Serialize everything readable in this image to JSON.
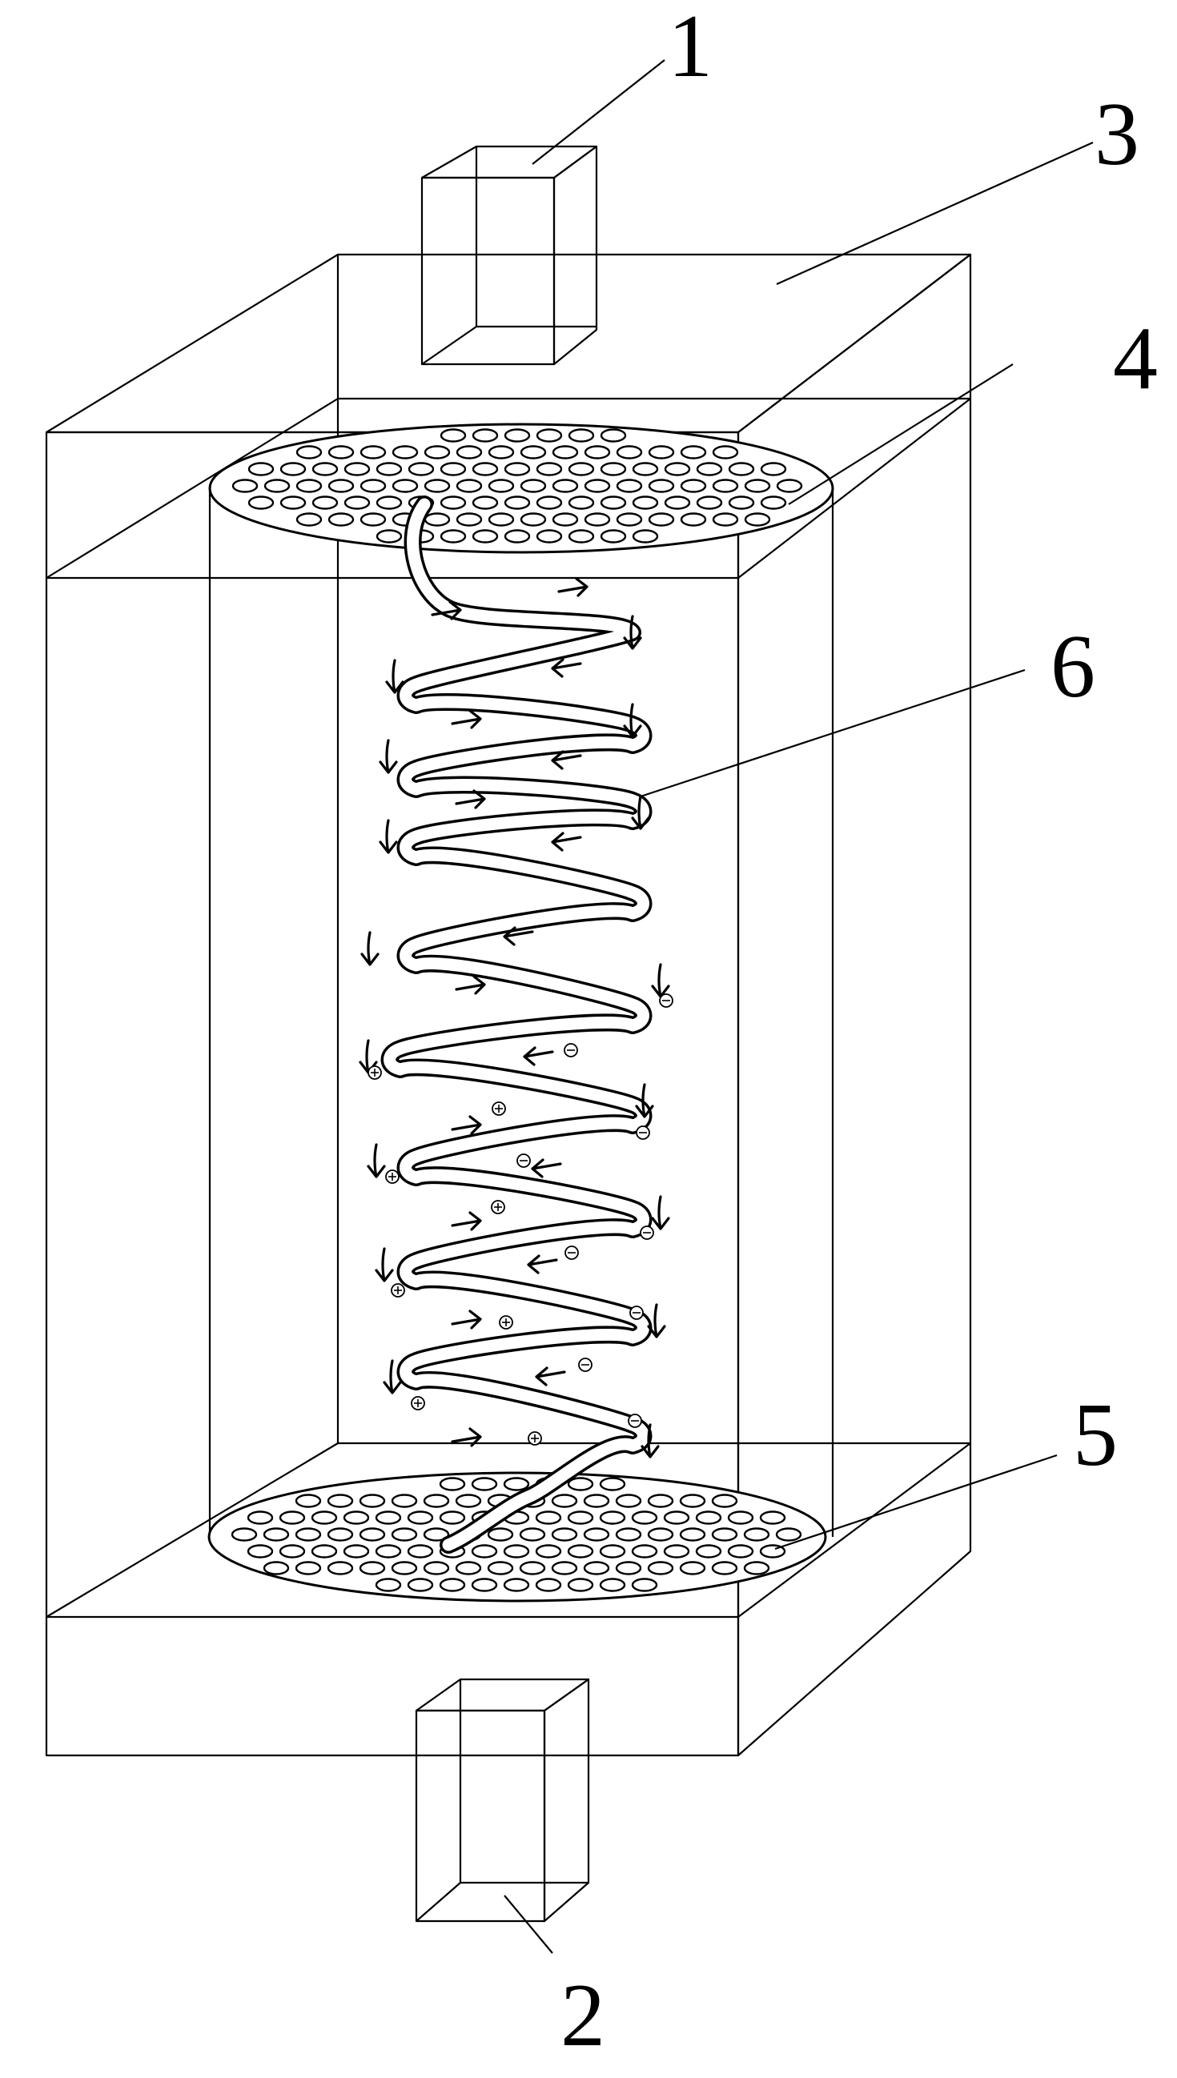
{
  "callouts": {
    "inlet": "1",
    "outlet": "2",
    "housing": "3",
    "top_plate": "4",
    "bottom_plate": "5",
    "spiral_channel": "6"
  },
  "colors": {
    "line": "#000000",
    "background": "#ffffff"
  }
}
